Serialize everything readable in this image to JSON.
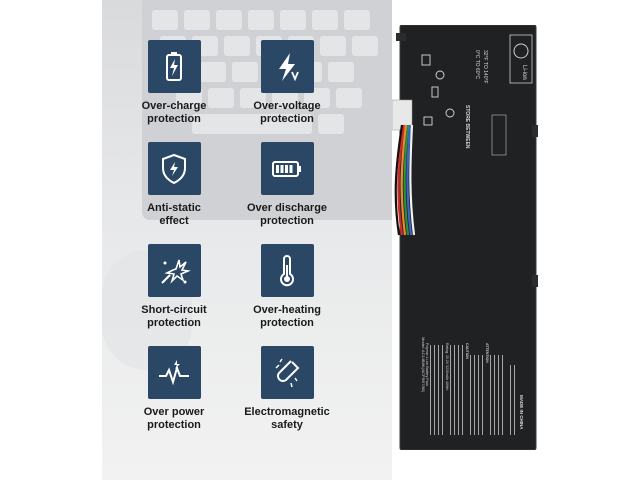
{
  "features": [
    {
      "icon": "battery-charge-icon",
      "label": "Over-charge\nprotection"
    },
    {
      "icon": "lightning-voltage-icon",
      "label": "Over-voltage\nprotection"
    },
    {
      "icon": "shield-bolt-icon",
      "label": "Anti-static\neffect"
    },
    {
      "icon": "battery-level-icon",
      "label": "Over discharge\nprotection"
    },
    {
      "icon": "short-circuit-spark-icon",
      "label": "Short-circuit\nprotection"
    },
    {
      "icon": "thermometer-icon",
      "label": "Over-heating\nprotection"
    },
    {
      "icon": "power-pulse-icon",
      "label": "Over power\nprotection"
    },
    {
      "icon": "magnet-icon",
      "label": "Electromagnetic\nsafety"
    }
  ],
  "battery": {
    "recycle_label": "Li-ion",
    "store_title": "STORE BETWEEN",
    "temp_c": "0°C TO 60°C",
    "temp_f": "32°F TO 140°F",
    "side_label": "MADE IN CHINA",
    "model_line": "Model: AC14B8K(4ICP5/57/80)",
    "pack_line": "Polymer Li-ion Battery Pack",
    "rating_line": "Rating: 15.2V 3220mAh 48Wh",
    "caution_label": "CAUTION",
    "attention_label": "ATTENTION"
  },
  "colors": {
    "tile": "#2b4766",
    "battery_body": "#1f2123",
    "label_text": "#1a1a1a"
  }
}
